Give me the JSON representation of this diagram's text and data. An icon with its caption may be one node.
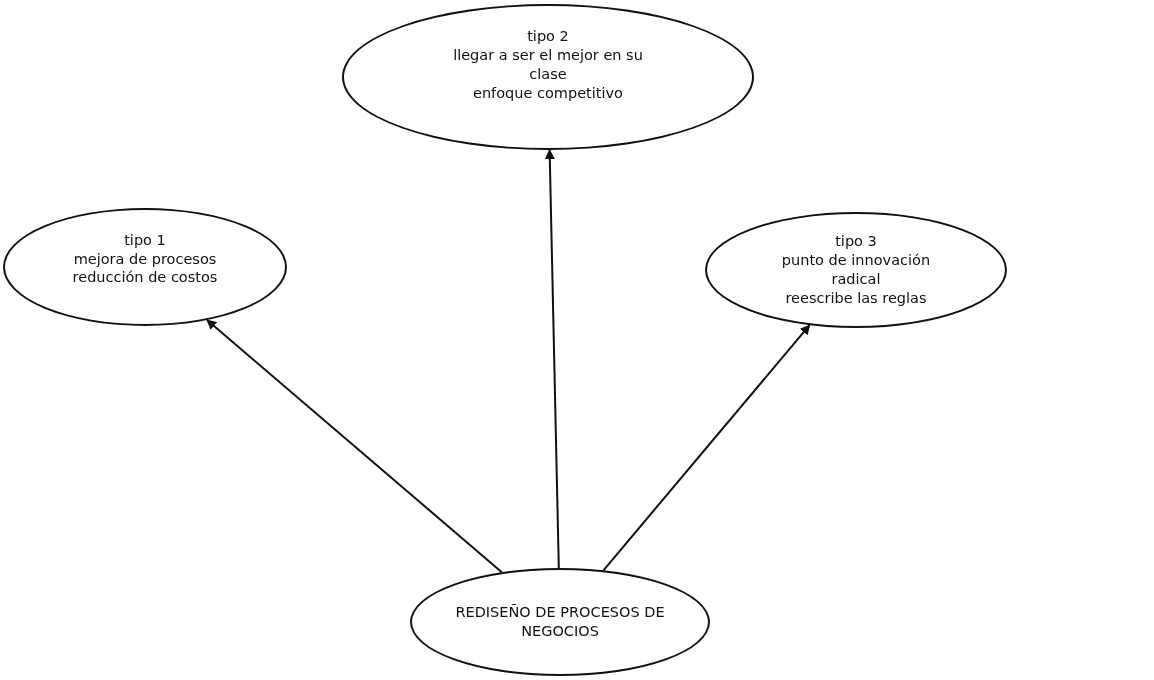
{
  "diagram": {
    "nodes": [
      {
        "text": [
          "tipo 2",
          "llegar a ser el mejor en su clase",
          "enfoque competitivo"
        ]
      },
      {
        "text": [
          "tipo 1",
          "mejora de procesos",
          "reducción de costos"
        ]
      },
      {
        "text": [
          "tipo 3",
          "punto de innovación radical",
          "reescribe las reglas"
        ]
      },
      {
        "text": [
          "REDISEÑO DE PROCESOS DE NEGOCIOS"
        ]
      }
    ],
    "edges": [
      {
        "from": 3,
        "to": 1,
        "arrow": "to"
      },
      {
        "from": 3,
        "to": 0,
        "arrow": "to"
      },
      {
        "from": 3,
        "to": 2,
        "arrow": "to"
      }
    ]
  }
}
